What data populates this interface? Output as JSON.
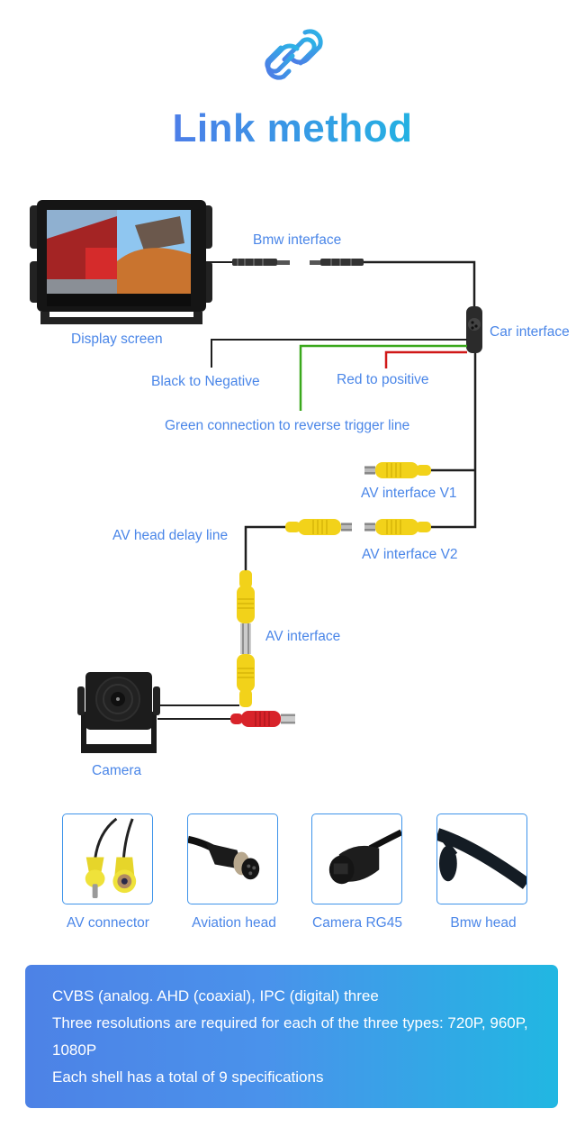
{
  "header": {
    "icon": "link-icon",
    "title": "Link method",
    "colors": {
      "gradient_start": "#4d7fe8",
      "gradient_end": "#22b3e2"
    }
  },
  "diagram": {
    "labels": {
      "display_screen": "Display screen",
      "bmw_interface": "Bmw interface",
      "car_interface": "Car interface",
      "black_negative": "Black to Negative",
      "red_positive": "Red to positive",
      "green_trigger": "Green connection to reverse trigger line",
      "av_v1": "AV interface V1",
      "av_v2": "AV interface V2",
      "av_delay": "AV head delay line",
      "av_interface": "AV interface",
      "camera": "Camera"
    },
    "wire_colors": {
      "black": "#1f1f1f",
      "green": "#3aa81c",
      "red": "#d01818",
      "yellow": "#f2d21a",
      "rca_red": "#d8232a"
    },
    "label_color": "#4a86e8"
  },
  "connectors": [
    {
      "label": "AV connector",
      "image": "av-connector-photo"
    },
    {
      "label": "Aviation head",
      "image": "aviation-head-photo"
    },
    {
      "label": "Camera RG45",
      "image": "camera-rg45-photo"
    },
    {
      "label": "Bmw head",
      "image": "bmw-head-photo"
    }
  ],
  "info": {
    "lines": [
      "CVBS (analog. AHD (coaxial), IPC (digital) three",
      "Three resolutions are required for each of the three types: 720P, 960P, 1080P",
      "Each shell has a total of 9 specifications"
    ],
    "colors": {
      "gradient_start": "#4d82e6",
      "gradient_end": "#21b7e2"
    }
  }
}
